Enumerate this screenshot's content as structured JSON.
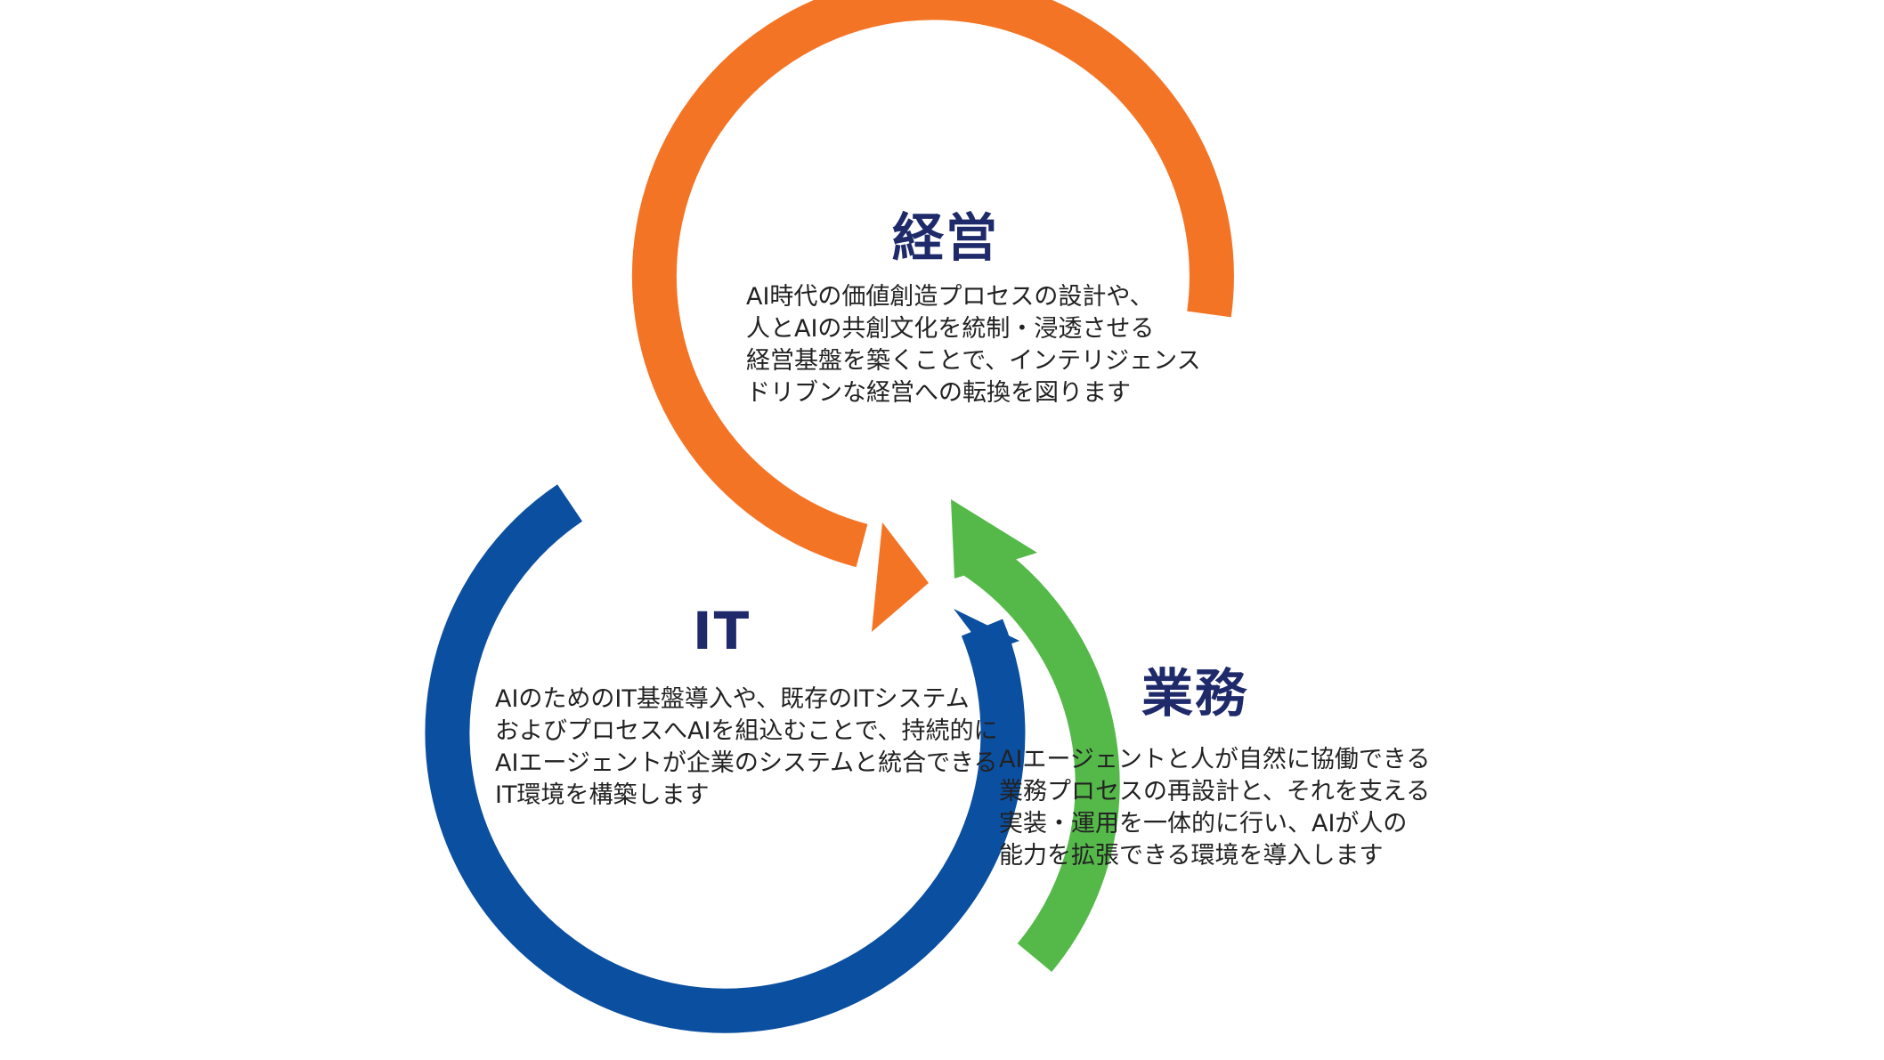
{
  "colors": {
    "keiei_arrow": "#f47426",
    "it_arrow": "#0b4fa0",
    "gyomu_arrow": "#55b94a",
    "heading_text": "#1f2a6b",
    "body_text": "#222222",
    "background": "#ffffff"
  },
  "keiei": {
    "title": "経営",
    "lines": [
      "AI時代の価値創造プロセスの設計や、",
      "人とAIの共創文化を統制・浸透させる",
      "経営基盤を築くことで、インテリジェンス",
      "ドリブンな経営への転換を図ります"
    ]
  },
  "it": {
    "title": "IT",
    "lines": [
      "AIのためのIT基盤導入や、既存のITシステム",
      "およびプロセスへAIを組込むことで、持続的に",
      "AIエージェントが企業のシステムと統合できる",
      "IT環境を構築します"
    ]
  },
  "gyomu": {
    "title": "業務",
    "lines": [
      "AIエージェントと人が自然に協働できる",
      "業務プロセスの再設計と、それを支える",
      "実装・運用を一体的に行い、AIが人の",
      "能力を拡張できる環境を導入します"
    ]
  }
}
